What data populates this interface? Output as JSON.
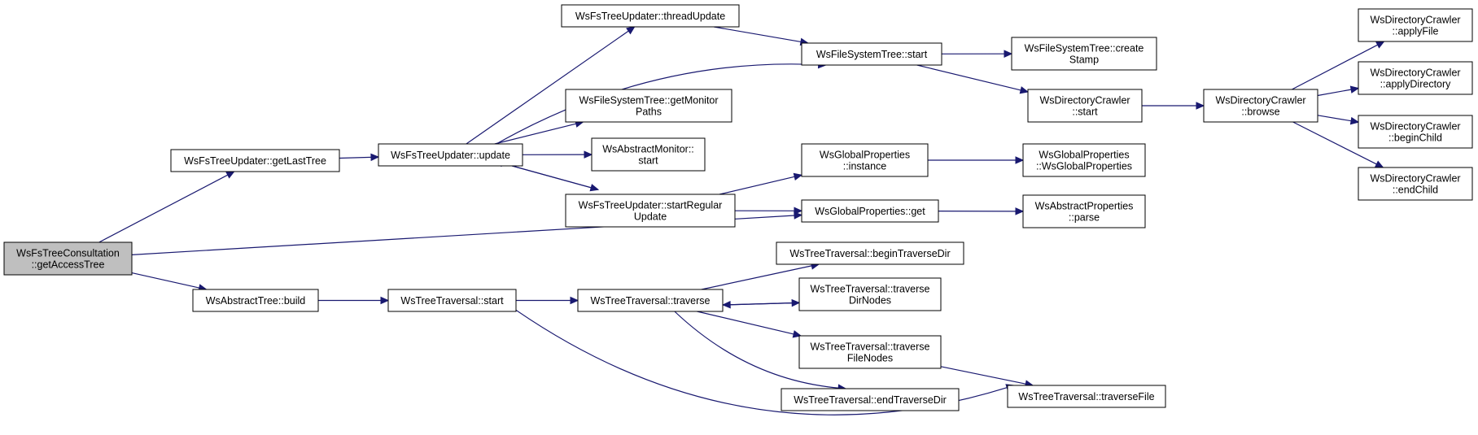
{
  "diagram": {
    "nodes": [
      {
        "id": "root",
        "lines": [
          "WsFsTreeConsultation",
          "::getAccessTree"
        ],
        "root": true
      },
      {
        "id": "getLastTree",
        "lines": [
          "WsFsTreeUpdater::getLastTree"
        ]
      },
      {
        "id": "abstractTreeBuild",
        "lines": [
          "WsAbstractTree::build"
        ]
      },
      {
        "id": "update",
        "lines": [
          "WsFsTreeUpdater::update"
        ]
      },
      {
        "id": "threadUpdate",
        "lines": [
          "WsFsTreeUpdater::threadUpdate"
        ]
      },
      {
        "id": "getMonitorPaths",
        "lines": [
          "WsFileSystemTree::getMonitor",
          "Paths"
        ]
      },
      {
        "id": "monitorStart",
        "lines": [
          "WsAbstractMonitor::",
          "start"
        ]
      },
      {
        "id": "startRegularUpdate",
        "lines": [
          "WsFsTreeUpdater::startRegular",
          "Update"
        ]
      },
      {
        "id": "fsTreeStart",
        "lines": [
          "WsFileSystemTree::start"
        ]
      },
      {
        "id": "createStamp",
        "lines": [
          "WsFileSystemTree::create",
          "Stamp"
        ]
      },
      {
        "id": "crawlerStart",
        "lines": [
          "WsDirectoryCrawler",
          "::start"
        ]
      },
      {
        "id": "browse",
        "lines": [
          "WsDirectoryCrawler",
          "::browse"
        ]
      },
      {
        "id": "applyFile",
        "lines": [
          "WsDirectoryCrawler",
          "::applyFile"
        ]
      },
      {
        "id": "applyDirectory",
        "lines": [
          "WsDirectoryCrawler",
          "::applyDirectory"
        ]
      },
      {
        "id": "beginChild",
        "lines": [
          "WsDirectoryCrawler",
          "::beginChild"
        ]
      },
      {
        "id": "endChild",
        "lines": [
          "WsDirectoryCrawler",
          "::endChild"
        ]
      },
      {
        "id": "gpInstance",
        "lines": [
          "WsGlobalProperties",
          "::instance"
        ]
      },
      {
        "id": "gpCtor",
        "lines": [
          "WsGlobalProperties",
          "::WsGlobalProperties"
        ]
      },
      {
        "id": "gpGet",
        "lines": [
          "WsGlobalProperties::get"
        ]
      },
      {
        "id": "parse",
        "lines": [
          "WsAbstractProperties",
          "::parse"
        ]
      },
      {
        "id": "traversalStart",
        "lines": [
          "WsTreeTraversal::start"
        ]
      },
      {
        "id": "traverse",
        "lines": [
          "WsTreeTraversal::traverse"
        ]
      },
      {
        "id": "beginTraverseDir",
        "lines": [
          "WsTreeTraversal::beginTraverseDir"
        ]
      },
      {
        "id": "traverseDirNodes",
        "lines": [
          "WsTreeTraversal::traverse",
          "DirNodes"
        ]
      },
      {
        "id": "traverseFileNodes",
        "lines": [
          "WsTreeTraversal::traverse",
          "FileNodes"
        ]
      },
      {
        "id": "endTraverseDir",
        "lines": [
          "WsTreeTraversal::endTraverseDir"
        ]
      },
      {
        "id": "traverseFile",
        "lines": [
          "WsTreeTraversal::traverseFile"
        ]
      }
    ],
    "edges": [
      [
        "root",
        "getLastTree"
      ],
      [
        "root",
        "gpGet"
      ],
      [
        "root",
        "abstractTreeBuild"
      ],
      [
        "getLastTree",
        "update"
      ],
      [
        "update",
        "threadUpdate"
      ],
      [
        "update",
        "fsTreeStart"
      ],
      [
        "update",
        "getMonitorPaths"
      ],
      [
        "update",
        "monitorStart"
      ],
      [
        "update",
        "startRegularUpdate"
      ],
      [
        "startRegularUpdate",
        "update"
      ],
      [
        "startRegularUpdate",
        "gpInstance"
      ],
      [
        "startRegularUpdate",
        "gpGet"
      ],
      [
        "threadUpdate",
        "fsTreeStart"
      ],
      [
        "fsTreeStart",
        "createStamp"
      ],
      [
        "fsTreeStart",
        "crawlerStart"
      ],
      [
        "crawlerStart",
        "browse"
      ],
      [
        "browse",
        "applyFile"
      ],
      [
        "browse",
        "applyDirectory"
      ],
      [
        "browse",
        "beginChild"
      ],
      [
        "browse",
        "endChild"
      ],
      [
        "gpInstance",
        "gpCtor"
      ],
      [
        "gpGet",
        "parse"
      ],
      [
        "abstractTreeBuild",
        "traversalStart"
      ],
      [
        "traversalStart",
        "traverse"
      ],
      [
        "traversalStart",
        "traverseFile"
      ],
      [
        "traverse",
        "beginTraverseDir"
      ],
      [
        "traverse",
        "traverseDirNodes"
      ],
      [
        "traverseDirNodes",
        "traverse"
      ],
      [
        "traverse",
        "traverseFileNodes"
      ],
      [
        "traverse",
        "endTraverseDir"
      ],
      [
        "traverseFileNodes",
        "traverseFile"
      ]
    ]
  }
}
